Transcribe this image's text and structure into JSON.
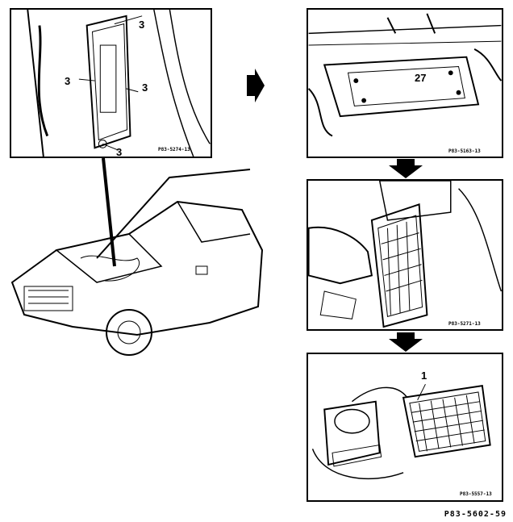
{
  "panels": {
    "main_detail": {
      "callouts": [
        "3",
        "3",
        "3",
        "3"
      ],
      "code": "P83-5274-13"
    },
    "step1": {
      "callouts": [
        "27"
      ],
      "code": "P83-5163-13"
    },
    "step2": {
      "code": "P83-5271-13"
    },
    "step3": {
      "callouts": [
        "1"
      ],
      "code": "P83-5557-13"
    }
  },
  "document_code": "P83-5602-59"
}
